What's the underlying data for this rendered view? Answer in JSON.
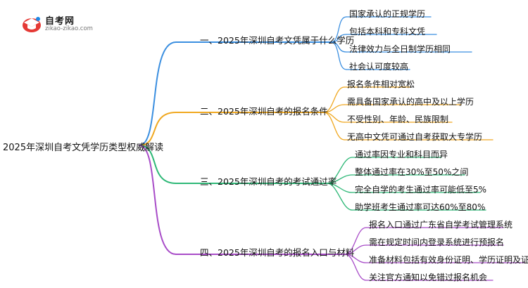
{
  "logo": {
    "title": "自考网",
    "url": "zikao-zikao.com"
  },
  "root": "2025年深圳自考文凭学历类型权威解读",
  "branches": [
    {
      "label": "一、2025年深圳自考文凭属于什么学历",
      "color": "#3b8fe0",
      "leaves": [
        "国家承认的正规学历",
        "包括本科和专科文凭",
        "法律效力与全日制学历相同",
        "社会认可度较高"
      ]
    },
    {
      "label": "二、2025年深圳自考的报名条件",
      "color": "#f0a820",
      "leaves": [
        "报名条件相对宽松",
        "需具备国家承认的高中及以上学历",
        "不受性别、年龄、民族限制",
        "无高中文凭可通过自考获取大专学历"
      ]
    },
    {
      "label": "三、2025年深圳自考的考试通过率",
      "color": "#2eb877",
      "leaves": [
        "通过率因专业和科目而异",
        "整体通过率在30%至50%之间",
        "完全自学的考生通过率可能低至5%",
        "助学班考生通过率可达60%至80%"
      ]
    },
    {
      "label": "四、2025年深圳自考的报名入口与材料",
      "color": "#a84cc8",
      "leaves": [
        "报名入口通过广东省自学考试管理系统",
        "需在规定时间内登录系统进行预报名",
        "准备材料包括有效身份证明、学历证明及证件照",
        "关注官方通知以免错过报名机会"
      ]
    }
  ]
}
